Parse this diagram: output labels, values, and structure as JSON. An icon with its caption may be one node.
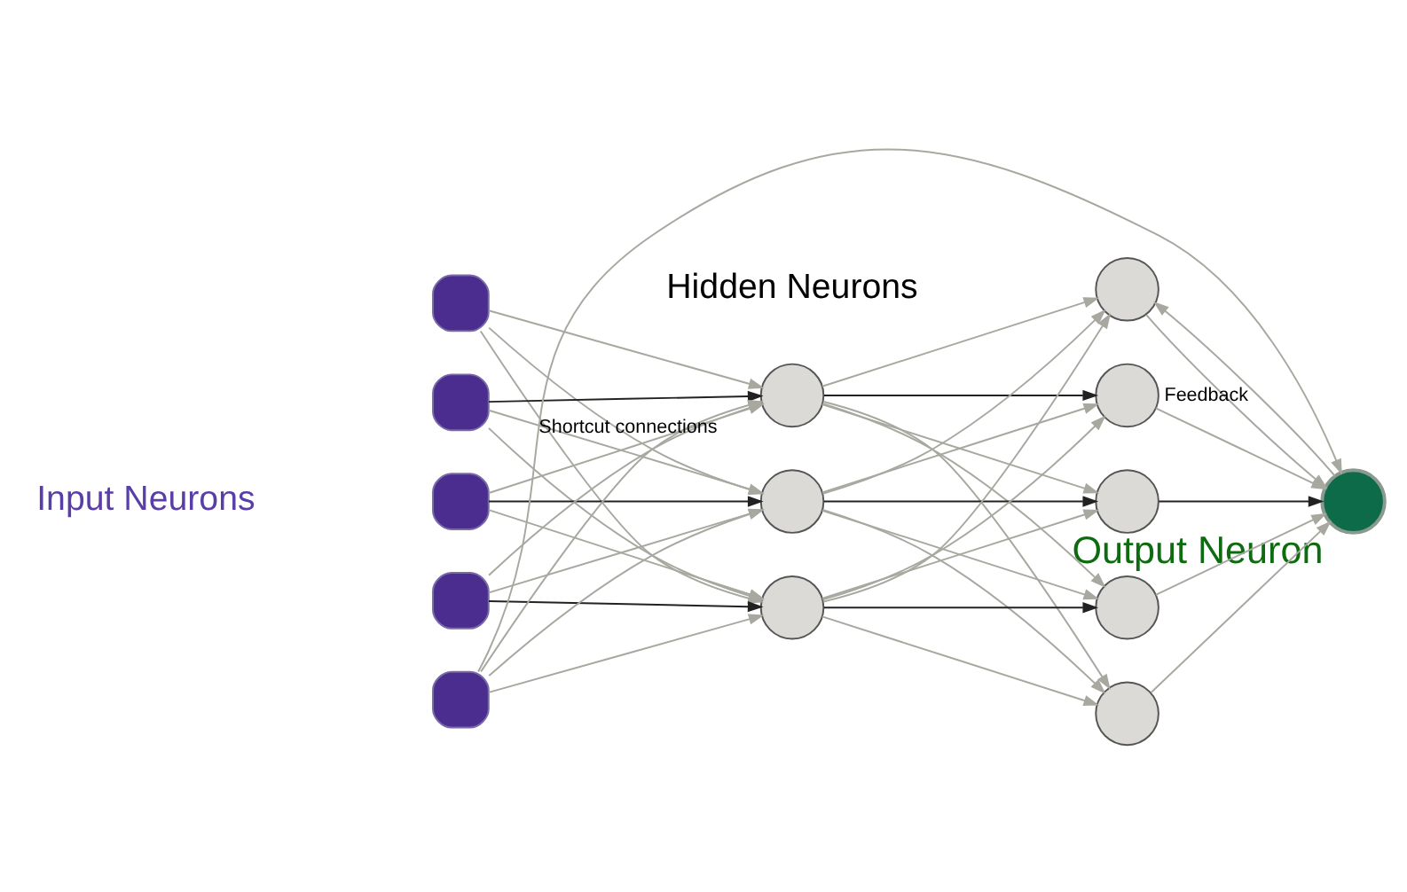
{
  "diagram": {
    "nodes": [
      {
        "text": [],
        "shape": "box"
      },
      {
        "text": [],
        "shape": "box"
      },
      {
        "text": [],
        "shape": "box"
      },
      {
        "text": [],
        "shape": "box"
      },
      {
        "text": [],
        "shape": "box"
      },
      {
        "text": [],
        "shape": "circle"
      },
      {
        "text": [],
        "shape": "circle"
      },
      {
        "text": [],
        "shape": "circle"
      },
      {
        "text": [],
        "shape": "circle"
      },
      {
        "text": [],
        "shape": "circle"
      },
      {
        "text": [],
        "shape": "circle"
      },
      {
        "text": [],
        "shape": "circle"
      },
      {
        "text": [],
        "shape": "circle"
      },
      {
        "text": [],
        "shape": "circle",
        "beside": [
          "Output Neuron"
        ]
      }
    ],
    "edges": [
      {
        "from": 0,
        "to": 5,
        "arrow": "to"
      },
      {
        "from": 0,
        "to": 6,
        "arrow": "to"
      },
      {
        "from": 0,
        "to": 7,
        "arrow": "to"
      },
      {
        "from": 1,
        "to": 5,
        "arrow": "to",
        "color": "#222222"
      },
      {
        "from": 1,
        "to": 6,
        "arrow": "to"
      },
      {
        "from": 1,
        "to": 7,
        "arrow": "to"
      },
      {
        "from": 2,
        "to": 5,
        "arrow": "to"
      },
      {
        "from": 2,
        "to": 6,
        "arrow": "to",
        "color": "#222222"
      },
      {
        "from": 2,
        "to": 7,
        "arrow": "to"
      },
      {
        "from": 3,
        "to": 5,
        "arrow": "to"
      },
      {
        "from": 3,
        "to": 6,
        "arrow": "to"
      },
      {
        "from": 3,
        "to": 7,
        "arrow": "to",
        "color": "#222222"
      },
      {
        "from": 4,
        "to": 5,
        "arrow": "to"
      },
      {
        "from": 4,
        "to": 6,
        "arrow": "to"
      },
      {
        "from": 4,
        "to": 7,
        "arrow": "to"
      },
      {
        "from": 5,
        "to": 8,
        "arrow": "to"
      },
      {
        "from": 5,
        "to": 9,
        "arrow": "to",
        "color": "#222222"
      },
      {
        "from": 5,
        "to": 10,
        "arrow": "to"
      },
      {
        "from": 5,
        "to": 11,
        "arrow": "to"
      },
      {
        "from": 5,
        "to": 12,
        "arrow": "to"
      },
      {
        "from": 6,
        "to": 8,
        "arrow": "to"
      },
      {
        "from": 6,
        "to": 9,
        "arrow": "to"
      },
      {
        "from": 6,
        "to": 10,
        "arrow": "to",
        "color": "#222222"
      },
      {
        "from": 6,
        "to": 11,
        "arrow": "to"
      },
      {
        "from": 6,
        "to": 12,
        "arrow": "to"
      },
      {
        "from": 7,
        "to": 8,
        "arrow": "to"
      },
      {
        "from": 7,
        "to": 9,
        "arrow": "to"
      },
      {
        "from": 7,
        "to": 10,
        "arrow": "to"
      },
      {
        "from": 7,
        "to": 11,
        "arrow": "to",
        "color": "#222222"
      },
      {
        "from": 7,
        "to": 12,
        "arrow": "to"
      },
      {
        "from": 8,
        "to": 13,
        "arrow": "to"
      },
      {
        "from": 9,
        "to": 13,
        "arrow": "to"
      },
      {
        "from": 10,
        "to": 13,
        "arrow": "to",
        "color": "#222222"
      },
      {
        "from": 11,
        "to": 13,
        "arrow": "to"
      },
      {
        "from": 12,
        "to": 13,
        "arrow": "to"
      },
      {
        "from": 13,
        "to": 8,
        "arrow": "to",
        "label": "Feedback"
      },
      {
        "from": 4,
        "to": 13,
        "arrow": "to",
        "label": "Shortcut connections"
      }
    ],
    "labels": [
      "Hidden Neurons",
      "Input Neurons"
    ]
  }
}
